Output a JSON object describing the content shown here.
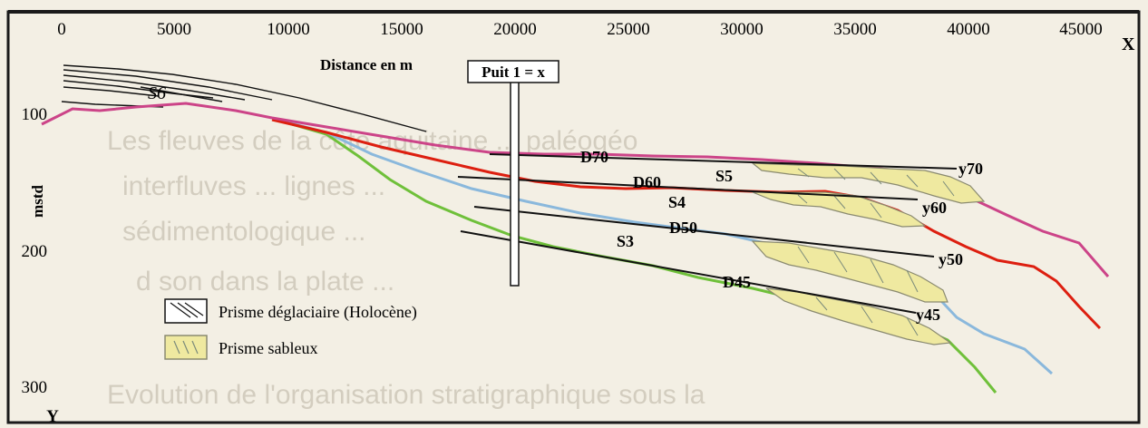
{
  "figure": {
    "x_axis": {
      "letter": "X",
      "ticks": [
        "0",
        "5000",
        "10000",
        "15000",
        "20000",
        "25000",
        "30000",
        "35000",
        "40000",
        "45000"
      ]
    },
    "y_axis": {
      "letter": "Y",
      "label": "mstd",
      "ticks": [
        "100",
        "200",
        "300"
      ]
    },
    "distance_label": "Distance en m",
    "well_label": "Puit 1 = x",
    "surfaces": {
      "s6": "S6",
      "s5": "S5",
      "s4": "S4",
      "s3": "S3",
      "d70": "D70",
      "d60": "D60",
      "d50": "D50",
      "d45": "D45",
      "y70": "y70",
      "y60": "y60",
      "y50": "y50",
      "y45": "y45"
    },
    "legend": [
      {
        "key": "deglacial",
        "label": "Prisme déglaciaire (Holocène)"
      },
      {
        "key": "sandy",
        "label": "Prisme sableux"
      }
    ],
    "colors": {
      "background": "#f3efe4",
      "frame": "#1a1a1a",
      "magenta": "#cc4488",
      "red": "#dd1f10",
      "blue": "#8ab8dc",
      "green": "#6fc03a",
      "sand": "#efe9a0",
      "black": "#111111"
    },
    "bleed_through_text": [
      "Les fleuves de la côte aquitaine ... paléogéo",
      "interfluves ... lignes ...",
      "sédimentologique ... ",
      "d son dans la plate ...",
      "Evolution de l'organisation stratigraphique sous la"
    ]
  }
}
